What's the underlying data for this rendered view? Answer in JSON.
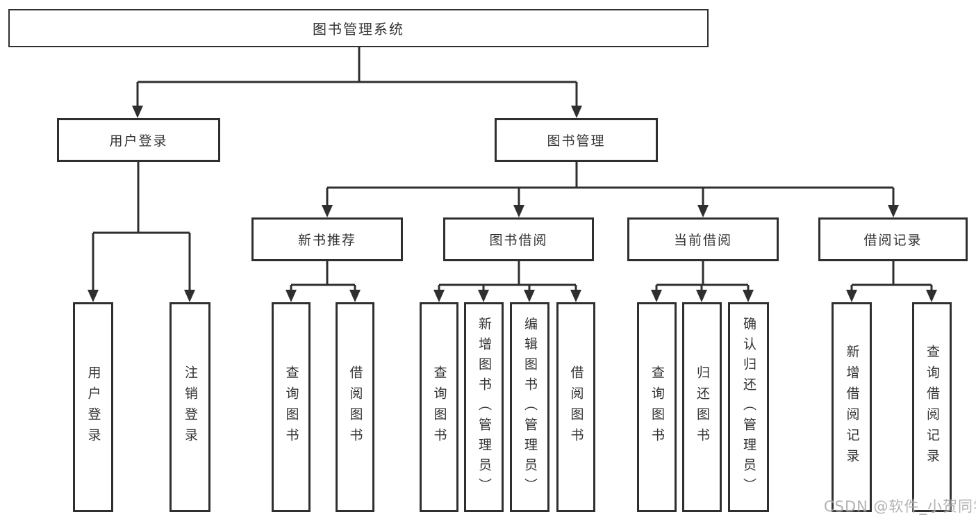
{
  "diagram": {
    "root": "图书管理系统",
    "level2": {
      "user_login": "用户登录",
      "book_management": "图书管理"
    },
    "level3": {
      "new_book_recommend": "新书推荐",
      "book_borrowing": "图书借阅",
      "current_borrowing": "当前借阅",
      "borrowing_records": "借阅记录"
    },
    "leaves": {
      "user_login": [
        "用户登录",
        "注销登录"
      ],
      "new_book_recommend": [
        "查询图书",
        "借阅图书"
      ],
      "book_borrowing": [
        "查询图书",
        "新增图书（管理员）",
        "编辑图书（管理员）",
        "借阅图书"
      ],
      "current_borrowing": [
        "查询图书",
        "归还图书",
        "确认归还（管理员）"
      ],
      "borrowing_records": [
        "新增借阅记录",
        "查询借阅记录"
      ]
    }
  },
  "colors": {
    "line": "#2f2f2f",
    "text": "#333333",
    "background": "#ffffff",
    "watermark": "#a5a5a5"
  },
  "watermark": "CSDN @软件_小贺同学"
}
